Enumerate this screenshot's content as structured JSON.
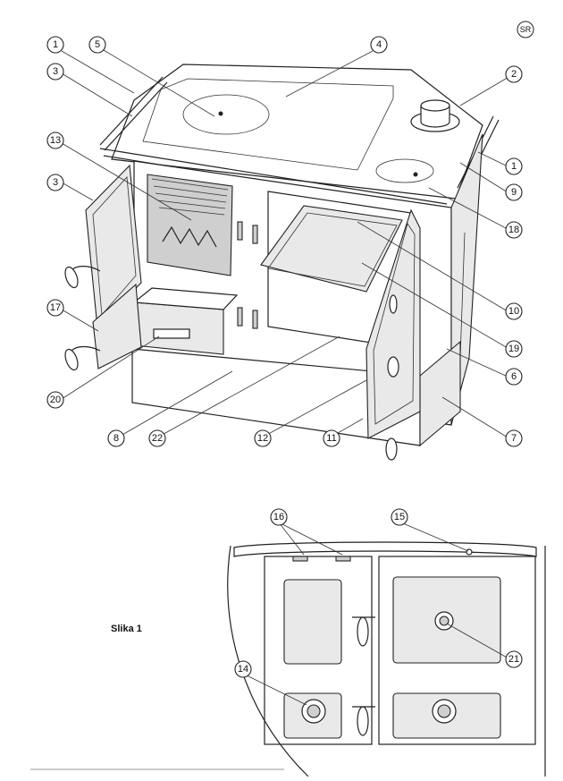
{
  "language_badge": "SR",
  "figure_caption": "Slika 1",
  "callouts": [
    "1",
    "5",
    "4",
    "3",
    "2",
    "13",
    "1",
    "3",
    "9",
    "18",
    "17",
    "10",
    "19",
    "6",
    "20",
    "8",
    "22",
    "12",
    "11",
    "7",
    "16",
    "15",
    "21",
    "14"
  ],
  "colors": {
    "line": "#222222",
    "background": "#ffffff",
    "panel": "#e9e9e9"
  }
}
